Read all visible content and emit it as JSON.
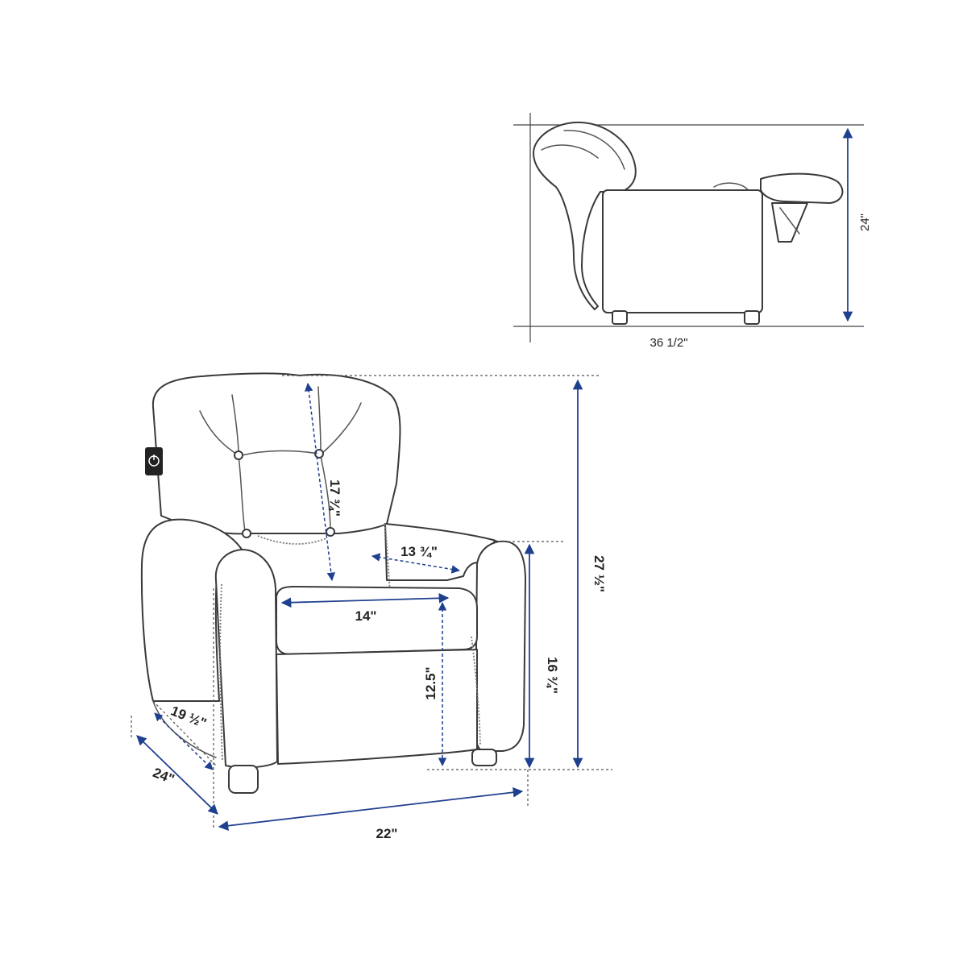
{
  "labels": {
    "side_width": "36 1/2\"",
    "side_height": "24\"",
    "back_height": "17 ¾\"",
    "arm_depth": "13 ¾\"",
    "seat_width": "14\"",
    "seat_height": "12.5\"",
    "arm_height": "16 ¾\"",
    "total_height": "27 ½\"",
    "seat_depth": "19 ½\"",
    "total_depth": "24\"",
    "total_width": "22\""
  },
  "colors": {
    "dimension_line": "#1f3f8f",
    "outline": "#3a3a3a"
  },
  "icons": {
    "control_button": "power-button-icon"
  }
}
